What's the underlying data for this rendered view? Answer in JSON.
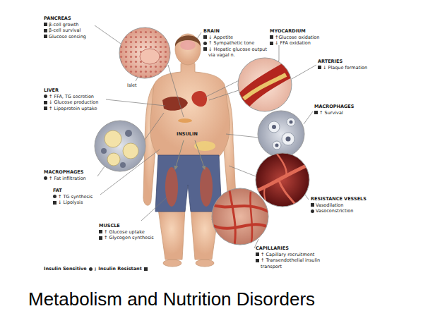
{
  "diagram": {
    "caption": "Metabolism and Nutrition Disorders",
    "labels": [
      "PANCREAS",
      "β-cell growth",
      "β-cell survival",
      "Glucose sensing",
      "BRAIN",
      "↓ Appetite",
      "↑ Sympathetic tone",
      "↓ Hepatic glucose output via vagal n.",
      "MYOCARDIUM",
      "↑Glucose oxidation",
      "↓ FFA oxidation",
      "ARTERIES",
      "↓ Plaque formation",
      "Islet",
      "LIVER",
      "↑ FFA, TG secretion",
      "↓ Glucose production",
      "↑ Lipoprotein uptake",
      "MACROPHAGES",
      "↑ Survival",
      "INSULIN",
      "MACROPHAGES",
      "↑ Fat infiltration",
      "FAT",
      "↑ TG synthesis",
      "↓ Lipolysis",
      "RESISTANCE VESSELS",
      "Vasodilation",
      "Vasoconstriction",
      "MUSCLE",
      "↑ Glucose uptake",
      "↑ Glycogen synthesis",
      "CAPILLARIES",
      "↑ Capillary recruitment",
      "↑ Transendothelial insulin transport",
      ";"
    ],
    "legend": [
      {
        "text": "Insulin Sensitive"
      },
      {
        "text": "Insulin Resistant"
      }
    ]
  }
}
